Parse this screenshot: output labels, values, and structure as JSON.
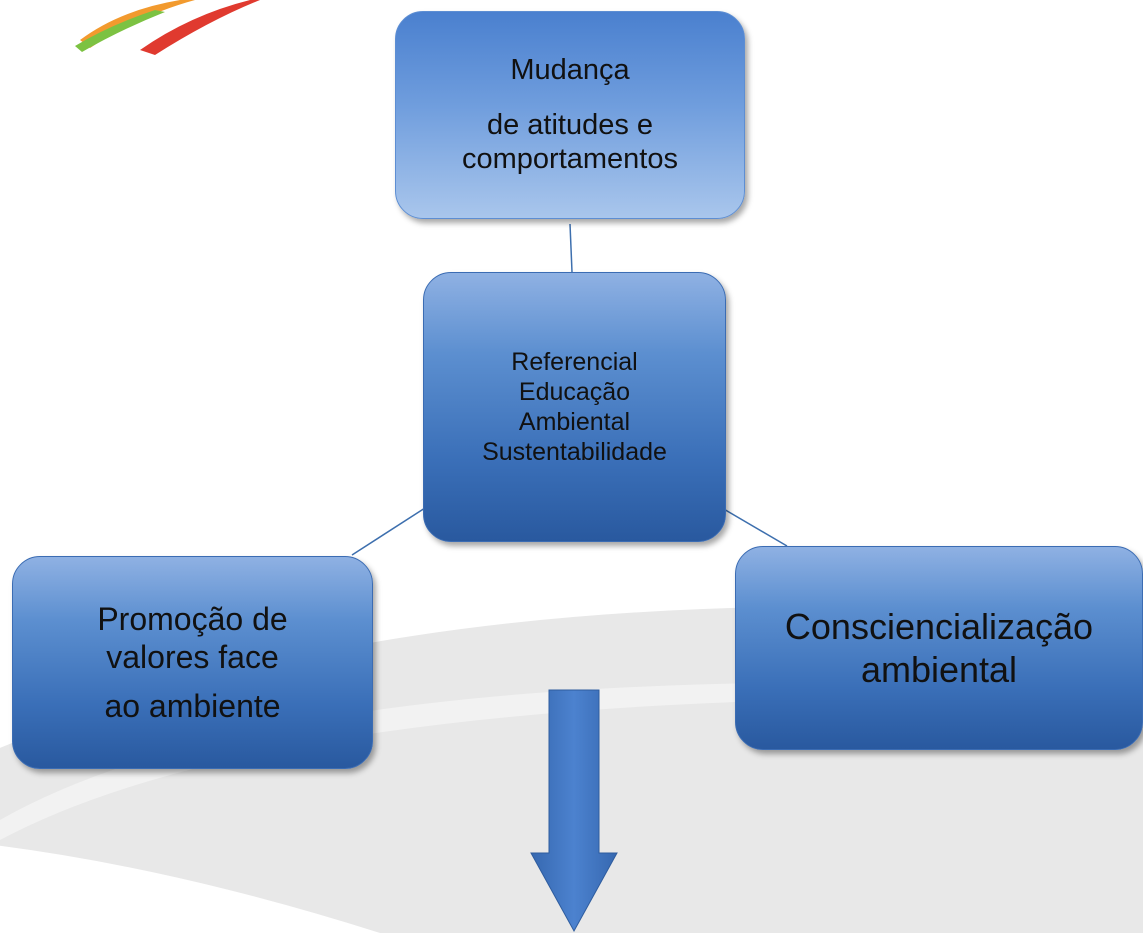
{
  "diagram": {
    "nodes": {
      "top": {
        "lines": [
          "Mudança",
          "de atitudes e",
          "comportamentos"
        ]
      },
      "center": {
        "lines": [
          "Referencial",
          "Educação",
          "Ambiental",
          "Sustentabilidade"
        ]
      },
      "left": {
        "lines": [
          "Promoção de",
          "valores face",
          "ao ambiente"
        ]
      },
      "right": {
        "lines": [
          "Consciencialização",
          "ambiental"
        ]
      }
    },
    "colors": {
      "node_blue_dark": "#29599f",
      "node_blue_light": "#a9c6ec",
      "connector_line": "#3d6fae",
      "arrow_fill": "#3c6fb7",
      "background_swoosh": "#e6e6e6"
    },
    "icons": [
      "logo-swoosh-icon",
      "down-arrow-icon"
    ]
  }
}
